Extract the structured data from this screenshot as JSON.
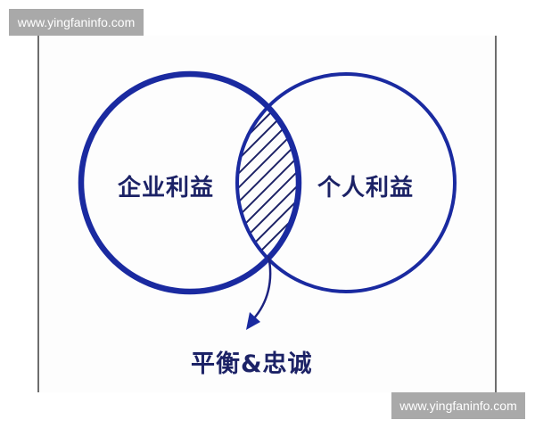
{
  "watermarks": {
    "top": "www.yingfaninfo.com",
    "bottom": "www.yingfaninfo.com"
  },
  "diagram": {
    "type": "venn",
    "left_circle": {
      "label": "企业利益",
      "color": "#1a2aa0"
    },
    "right_circle": {
      "label": "个人利益",
      "color": "#1a2aa0"
    },
    "intersection": {
      "fill": "hatched",
      "hatch_color": "#1c2266"
    },
    "arrow_target_label": "平衡&忠诚",
    "text_color": "#1c2266"
  }
}
